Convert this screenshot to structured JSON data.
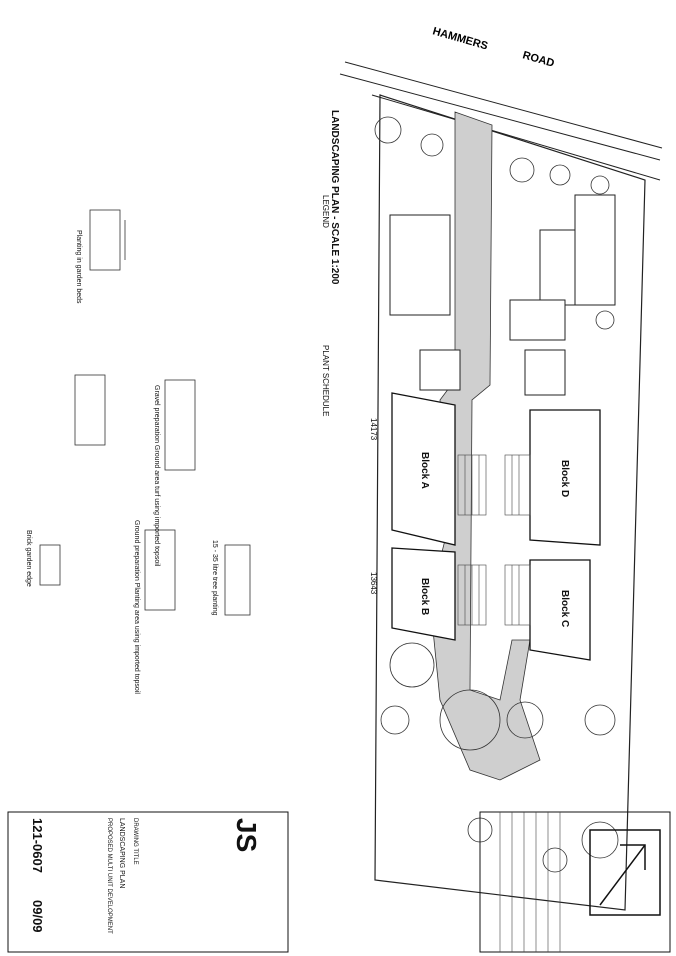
{
  "road": {
    "word1": "HAMMERS",
    "word2": "ROAD"
  },
  "plan_title": "LANDSCAPING PLAN - SCALE 1:200",
  "legend": {
    "heading": "LEGEND"
  },
  "plant_schedule": {
    "heading": "PLANT SCHEDULE"
  },
  "blocks": {
    "a": "Block A",
    "b": "Block B",
    "c": "Block C",
    "d": "Block D"
  },
  "dimensions": {
    "top": "14173",
    "bottom": "13643"
  },
  "details": {
    "garden_beds": "Planting in garden beds",
    "gravel_prep": "Gravel preparation Ground area turf using imported topsoil",
    "ground_prep": "Ground preparation Planting area using imported topsoil",
    "tree_planting": "15 - 35 litre tree planting",
    "brick_edge": "Brick garden edge"
  },
  "title_block": {
    "firm_initials": "JS",
    "drawing_title_label": "DRAWING TITLE",
    "drawing_title": "LANDSCAPING PLAN",
    "project_desc": "PROPOSED MULTI UNIT DEVELOPMENT",
    "project_number": "121-0607",
    "sheet": "09/09"
  }
}
